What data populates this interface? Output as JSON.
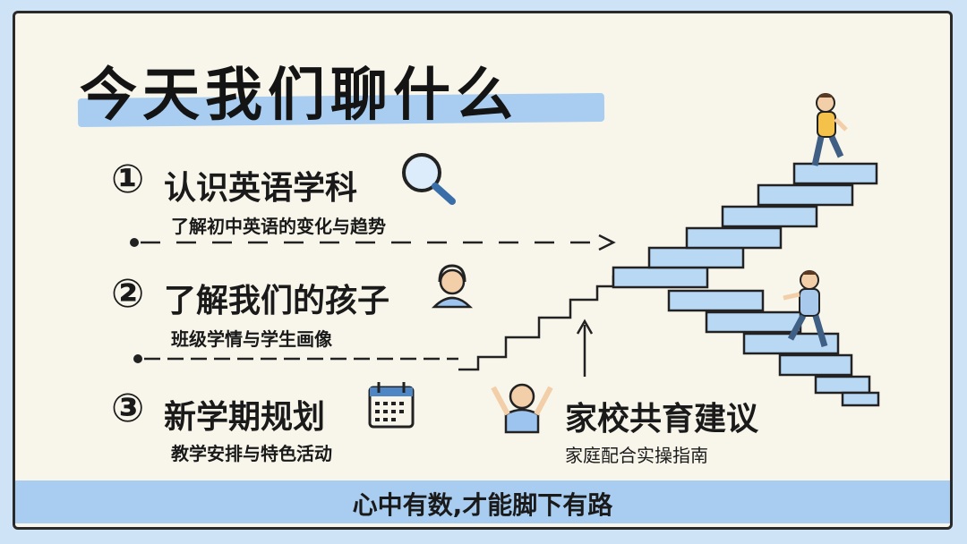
{
  "title": "今天我们聊什么",
  "items": [
    {
      "number": "①",
      "title": "认识英语学科",
      "subtitle": "了解初中英语的变化与趋势",
      "icon": "magnifier-icon"
    },
    {
      "number": "②",
      "title": "了解我们的孩子",
      "subtitle": "班级学情与学生画像",
      "icon": "person-icon"
    },
    {
      "number": "③",
      "title": "新学期规划",
      "subtitle": "教学安排与特色活动",
      "icon": "calendar-icon"
    }
  ],
  "cooperation": {
    "title": "家校共育建议",
    "subtitle": "家庭配合实操指南",
    "icon": "cheering-person-icon"
  },
  "footer": "心中有数,才能脚下有路",
  "colors": {
    "accent": "#a8cdf0",
    "stair_fill": "#b9d8f4",
    "card_bg": "#f8f5ea",
    "page_bg": "#cfe3f6"
  }
}
